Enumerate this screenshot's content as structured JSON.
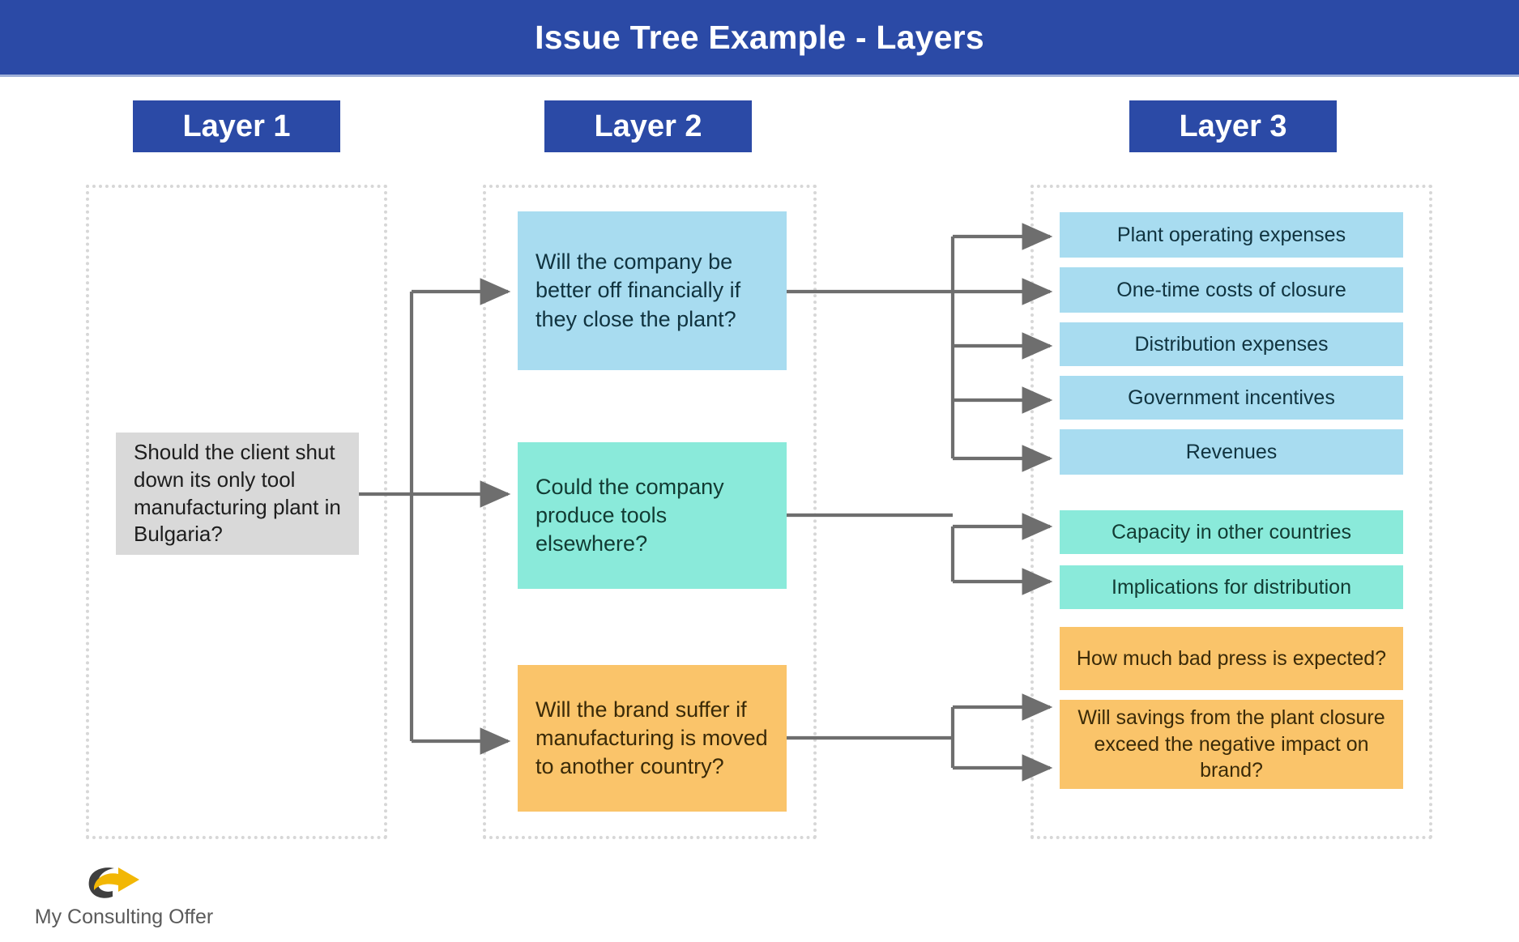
{
  "header": {
    "title": "Issue Tree Example - Layers",
    "background": "#2b4aa6",
    "text_color": "#ffffff"
  },
  "layers": [
    {
      "id": "layer-1",
      "label": "Layer 1"
    },
    {
      "id": "layer-2",
      "label": "Layer 2"
    },
    {
      "id": "layer-3",
      "label": "Layer 3"
    }
  ],
  "colors": {
    "brand_blue": "#2b4aa6",
    "root_gray": "#d9d9d9",
    "branch_blue": "#a8dcf0",
    "branch_green": "#8aeada",
    "branch_orange": "#fac46a",
    "connector_gray": "#6e6e6e",
    "frame_dotted": "#d7d7d7",
    "logo_gold": "#f2b705"
  },
  "tree": {
    "root": {
      "label": "Should the client shut down its only tool manufacturing plant in Bulgaria?",
      "color": "#d9d9d9"
    },
    "layer2": [
      {
        "label": "Will the company be better off financially if they close the plant?",
        "color": "#a8dcf0"
      },
      {
        "label": "Could the company produce tools elsewhere?",
        "color": "#8aeada"
      },
      {
        "label": "Will the brand suffer if manufacturing is moved to another country?",
        "color": "#fac46a"
      }
    ],
    "layer3": {
      "financial": [
        {
          "label": "Plant operating expenses"
        },
        {
          "label": "One-time costs of closure"
        },
        {
          "label": "Distribution expenses"
        },
        {
          "label": "Government incentives"
        },
        {
          "label": "Revenues"
        }
      ],
      "production": [
        {
          "label": "Capacity in other countries"
        },
        {
          "label": "Implications for distribution"
        }
      ],
      "brand": [
        {
          "label": "How much bad press is expected?"
        },
        {
          "label": "Will savings from the plant closure exceed the negative impact on brand?"
        }
      ]
    }
  },
  "logo": {
    "text": "My Consulting Offer",
    "mark": "swoosh-arrow-icon"
  }
}
